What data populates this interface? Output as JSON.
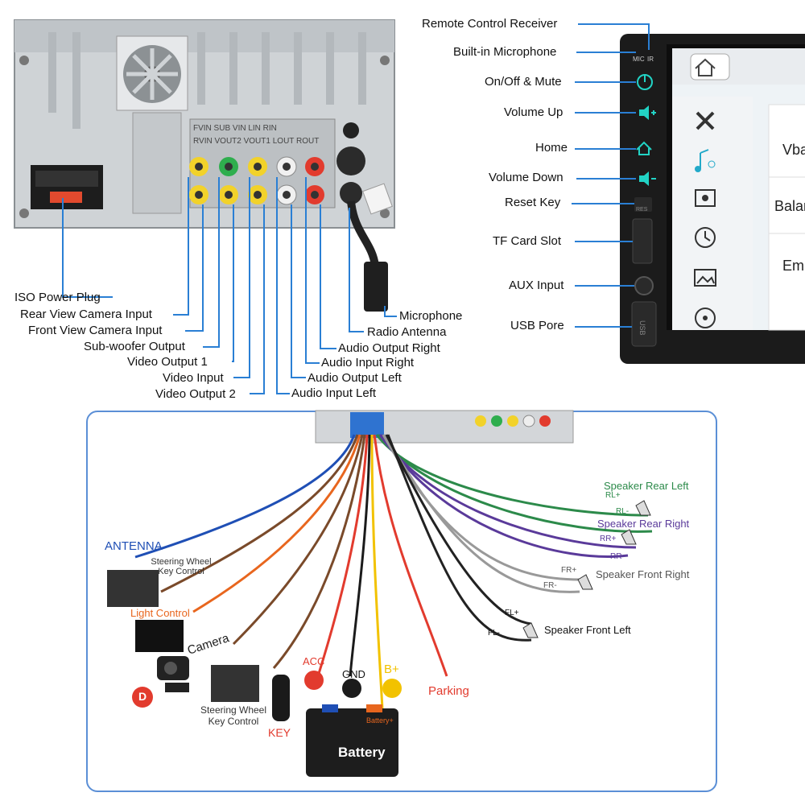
{
  "rear_labels": {
    "iso_power_plug": "ISO Power Plug",
    "rear_view_camera_input": "Rear View Camera Input",
    "front_view_camera_input": "Front View Camera Input",
    "subwoofer_output": "Sub-woofer Output",
    "video_output_1": "Video Output 1",
    "video_input": "Video Input",
    "video_output_2": "Video Output 2",
    "microphone": "Microphone",
    "radio_antenna": "Radio Antenna",
    "audio_output_right": "Audio Output Right",
    "audio_input_right": "Audio Input Right",
    "audio_output_left": "Audio Output Left",
    "audio_input_left": "Audio Input Left"
  },
  "front_labels": {
    "remote_control_receiver": "Remote Control Receiver",
    "builtin_microphone": "Built-in Microphone",
    "on_off_mute": "On/Off & Mute",
    "volume_up": "Volume Up",
    "home": "Home",
    "volume_down": "Volume Down",
    "reset_key": "Reset Key",
    "tf_card_slot": "TF Card Slot",
    "aux_input": "AUX Input",
    "usb_pore": "USB Pore"
  },
  "device_marks": {
    "mic": "MIC",
    "ir": "IR",
    "rca_top": "FVIN  SUB  VIN  LIN  RIN",
    "rca_bottom": "RVIN  VOUT2 VOUT1 LOUT ROUT",
    "usb": "USB",
    "res": "RES",
    "menu_vbar": "Vba",
    "menu_balance": "Balan",
    "menu_em": "Em"
  },
  "wiring": {
    "antenna": "ANTENNA",
    "steering_wheel_key_control_1": "Steering Wheel Key Control",
    "light_control": "Light Control",
    "camera": "Camera",
    "d_badge": "D",
    "steering_wheel_key_control_2": "Steering Wheel Key Control",
    "key": "KEY",
    "acc": "ACC",
    "gnd": "GND",
    "b_plus": "B+",
    "battery": "Battery",
    "battery_plus": "Battery+",
    "parking": "Parking",
    "speaker_rear_left": "Speaker Rear Left",
    "rl_plus": "RL+",
    "rl_minus": "RL-",
    "speaker_rear_right": "Speaker Rear Right",
    "rr_plus": "RR+",
    "rr_minus": "RR-",
    "speaker_front_right": "Speaker Front Right",
    "fr_plus": "FR+",
    "fr_minus": "FR-",
    "speaker_front_left": "Speaker Front Left",
    "fl_plus": "FL+",
    "fl_minus": "FL-"
  },
  "colors": {
    "leader_line": "#2a7fd4",
    "wire_blue": "#1f4fb5",
    "wire_orange": "#e8661e",
    "wire_brown": "#7a4a2a",
    "wire_yellow": "#f2c200",
    "wire_red": "#e23b2e",
    "wire_green": "#2c8a4a",
    "wire_purple": "#5a3a9a",
    "accent_teal": "#22d3c5",
    "panel_border": "#5b8fd6"
  }
}
